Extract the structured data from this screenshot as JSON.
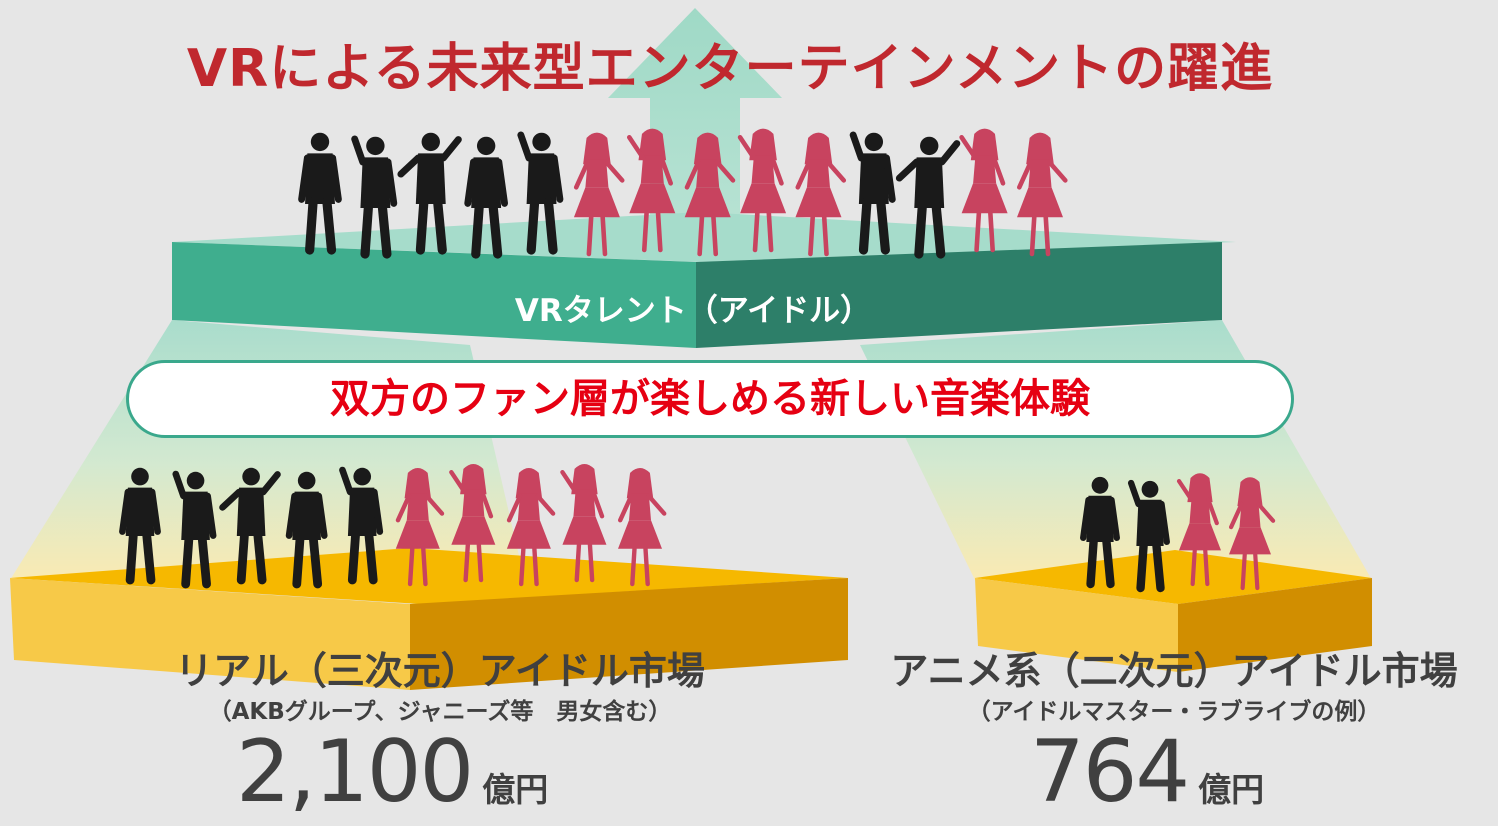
{
  "title": "VRによる未来型エンターテインメントの躍進",
  "vr_tier": {
    "label": "VRタレント（アイドル）"
  },
  "banner": {
    "text": "双方のファン層が楽しめる新しい音楽体験"
  },
  "markets": [
    {
      "name": "リアル（三次元）アイドル市場",
      "sub": "（AKBグループ、ジャニーズ等　男女含む）",
      "value": "2,100",
      "unit": "億円"
    },
    {
      "name": "アニメ系（二次元）アイドル市場",
      "sub": "（アイドルマスター・ラブライブの例）",
      "value": "764",
      "unit": "億円"
    }
  ],
  "colors": {
    "title": "#c0282e",
    "banner_text": "#e60012",
    "teal_front": "#3fae8e",
    "teal_side": "#2d7f69",
    "teal_top": "#9fd9c6",
    "gold_front": "#f7c948",
    "gold_side": "#d18e00",
    "gold_top": "#f6b800",
    "male_silhouette": "#1a1a1a",
    "female_silhouette": "#c8435f"
  },
  "figures": {
    "vr_row": [
      "male",
      "male",
      "male",
      "male",
      "male",
      "female",
      "female",
      "female",
      "female",
      "female",
      "male",
      "male",
      "female",
      "female"
    ],
    "real_row": [
      "male",
      "male",
      "male",
      "male",
      "male",
      "female",
      "female",
      "female",
      "female",
      "female"
    ],
    "anime_row": [
      "male",
      "male",
      "female",
      "female"
    ]
  }
}
